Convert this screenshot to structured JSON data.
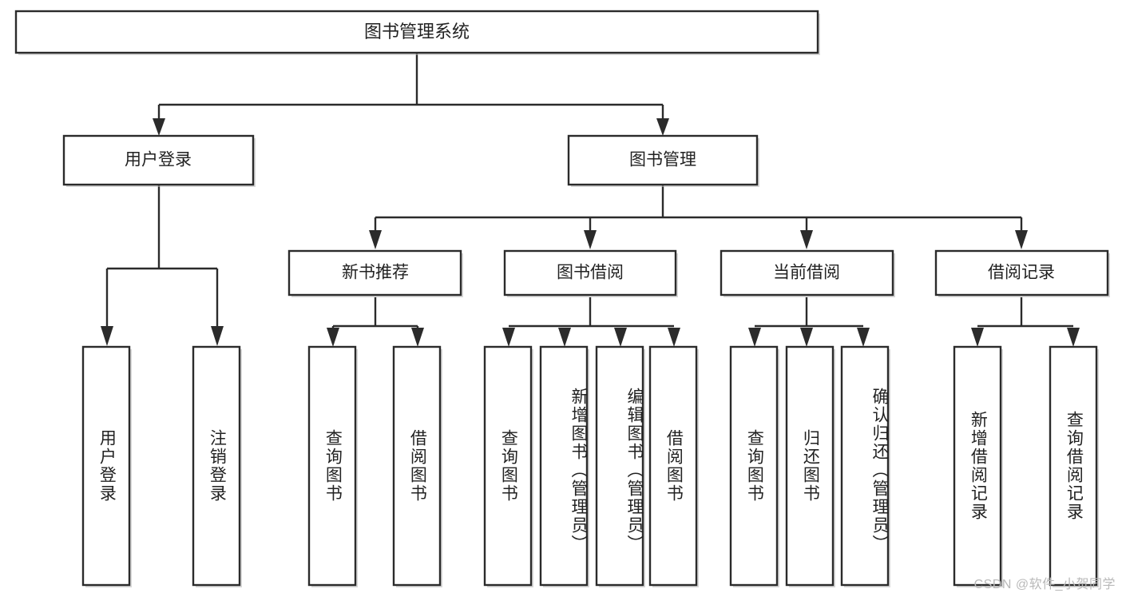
{
  "diagram": {
    "type": "tree-hierarchy",
    "title": "图书管理系统",
    "watermark": "CSDN @软件_小贺同学",
    "colors": {
      "box_stroke": "#2b2b2b",
      "box_fill": "#ffffff",
      "connector": "#2b2b2b",
      "text": "#222222",
      "background": "#ffffff",
      "watermark": "#b9b9b9"
    },
    "root": {
      "id": "root",
      "label": "图书管理系统"
    },
    "level2": [
      {
        "id": "user-login",
        "label": "用户登录"
      },
      {
        "id": "book-manage",
        "label": "图书管理"
      }
    ],
    "level3": [
      {
        "id": "new-book-recommend",
        "label": "新书推荐",
        "parent": "book-manage"
      },
      {
        "id": "book-borrow",
        "label": "图书借阅",
        "parent": "book-manage"
      },
      {
        "id": "current-borrow",
        "label": "当前借阅",
        "parent": "book-manage"
      },
      {
        "id": "borrow-record",
        "label": "借阅记录",
        "parent": "book-manage"
      }
    ],
    "leaves": {
      "user-login": [
        {
          "id": "leaf-user-login",
          "label": "用户登录"
        },
        {
          "id": "leaf-user-logout",
          "label": "注销登录"
        }
      ],
      "new-book-recommend": [
        {
          "id": "leaf-query-book-1",
          "label": "查询图书"
        },
        {
          "id": "leaf-borrow-book-1",
          "label": "借阅图书"
        }
      ],
      "book-borrow": [
        {
          "id": "leaf-query-book-2",
          "label": "查询图书"
        },
        {
          "id": "leaf-add-book",
          "label": "新增图书（管理员）"
        },
        {
          "id": "leaf-edit-book",
          "label": "编辑图书（管理员）"
        },
        {
          "id": "leaf-borrow-book-2",
          "label": "借阅图书"
        }
      ],
      "current-borrow": [
        {
          "id": "leaf-query-book-3",
          "label": "查询图书"
        },
        {
          "id": "leaf-return-book",
          "label": "归还图书"
        },
        {
          "id": "leaf-confirm-return",
          "label": "确认归还（管理员）"
        }
      ],
      "borrow-record": [
        {
          "id": "leaf-add-record",
          "label": "新增借阅记录"
        },
        {
          "id": "leaf-query-record",
          "label": "查询借阅记录"
        }
      ]
    }
  }
}
